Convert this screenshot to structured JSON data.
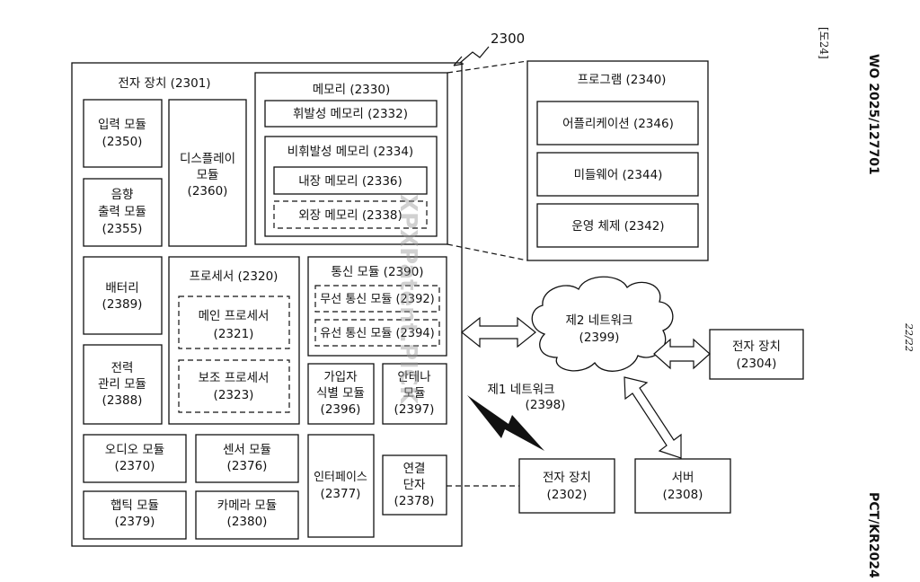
{
  "diagram": {
    "ref_2300": "2300",
    "device": {
      "title": "전자 장치 (2301)",
      "input": {
        "line1": "입력 모듈",
        "line2": "(2350)"
      },
      "sound": {
        "line1": "음향",
        "line2": "출력 모듈",
        "line3": "(2355)"
      },
      "display": {
        "line1": "디스플레이",
        "line2": "모듈",
        "line3": "(2360)"
      },
      "memory": {
        "title": "메모리 (2330)",
        "volatile": "휘발성 메모리 (2332)",
        "nonvolatile": {
          "title": "비휘발성 메모리 (2334)",
          "internal": "내장 메모리 (2336)",
          "external": "외장 메모리 (2338)"
        }
      },
      "battery": {
        "line1": "배터리",
        "line2": "(2389)"
      },
      "power": {
        "line1": "전력",
        "line2": "관리 모듈",
        "line3": "(2388)"
      },
      "processor": {
        "title": "프로세서 (2320)",
        "main": {
          "line1": "메인 프로세서",
          "line2": "(2321)"
        },
        "aux": {
          "line1": "보조 프로세서",
          "line2": "(2323)"
        }
      },
      "comm": {
        "title": "통신 모듈 (2390)",
        "wireless": "무선 통신 모듈 (2392)",
        "wired": "유선 통신 모듈 (2394)"
      },
      "sim": {
        "line1": "가입자",
        "line2": "식별 모듈",
        "line3": "(2396)"
      },
      "antenna": {
        "line1": "안테나",
        "line2": "모듈",
        "line3": "(2397)"
      },
      "audio": {
        "line1": "오디오 모듈",
        "line2": "(2370)"
      },
      "sensor": {
        "line1": "센서 모듈",
        "line2": "(2376)"
      },
      "haptic": {
        "line1": "햅틱 모듈",
        "line2": "(2379)"
      },
      "camera": {
        "line1": "카메라 모듈",
        "line2": "(2380)"
      },
      "interface": {
        "line1": "인터페이스",
        "line2": "(2377)"
      },
      "terminal": {
        "line1": "연결",
        "line2": "단자",
        "line3": "(2378)"
      }
    },
    "program": {
      "title": "프로그램 (2340)",
      "application": "어플리케이션 (2346)",
      "middleware": "미들웨어 (2344)",
      "os": "운영 체제 (2342)"
    },
    "network2": {
      "line1": "제2 네트워크",
      "line2": "(2399)"
    },
    "network1": {
      "line1": "제1 네트워크",
      "line2": "(2398)"
    },
    "device_2304": {
      "line1": "전자 장치",
      "line2": "(2304)"
    },
    "device_2302": {
      "line1": "전자 장치",
      "line2": "(2302)"
    },
    "server": {
      "line1": "서버",
      "line2": "(2308)"
    }
  },
  "margin": {
    "publication": "WO 2025/127701",
    "page": "22/22",
    "application": "PCT/KR2024",
    "bracket": "[도24]"
  },
  "watermark": "XPXPatent.PICK"
}
